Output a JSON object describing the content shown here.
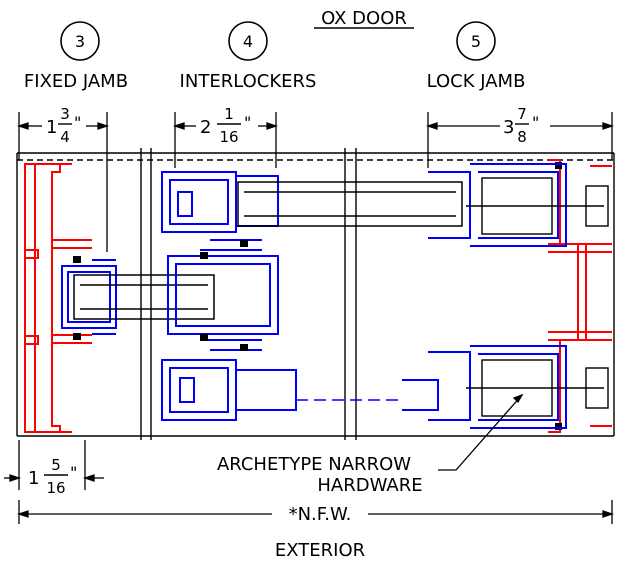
{
  "header": {
    "title": "OX DOOR"
  },
  "callouts": [
    {
      "number": "3",
      "label": "FIXED JAMB"
    },
    {
      "number": "4",
      "label": "INTERLOCKERS"
    },
    {
      "number": "5",
      "label": "LOCK JAMB"
    }
  ],
  "dimensions": {
    "fixed_jamb_width": {
      "whole": "1",
      "num": "3",
      "den": "4",
      "unit": "\""
    },
    "interlocker_width": {
      "whole": "2",
      "num": "1",
      "den": "16",
      "unit": "\""
    },
    "lock_jamb_width": {
      "whole": "3",
      "num": "7",
      "den": "8",
      "unit": "\""
    },
    "sill_offset": {
      "whole": "1",
      "num": "5",
      "den": "16",
      "unit": "\""
    },
    "overall": "*N.F.W."
  },
  "annotations": {
    "hardware_line1": "ARCHETYPE NARROW",
    "hardware_line2": "HARDWARE",
    "exterior": "EXTERIOR"
  },
  "colors": {
    "frame": "#ff0000",
    "panel": "#0000ff",
    "line": "#000000",
    "gasket": "#000000"
  }
}
